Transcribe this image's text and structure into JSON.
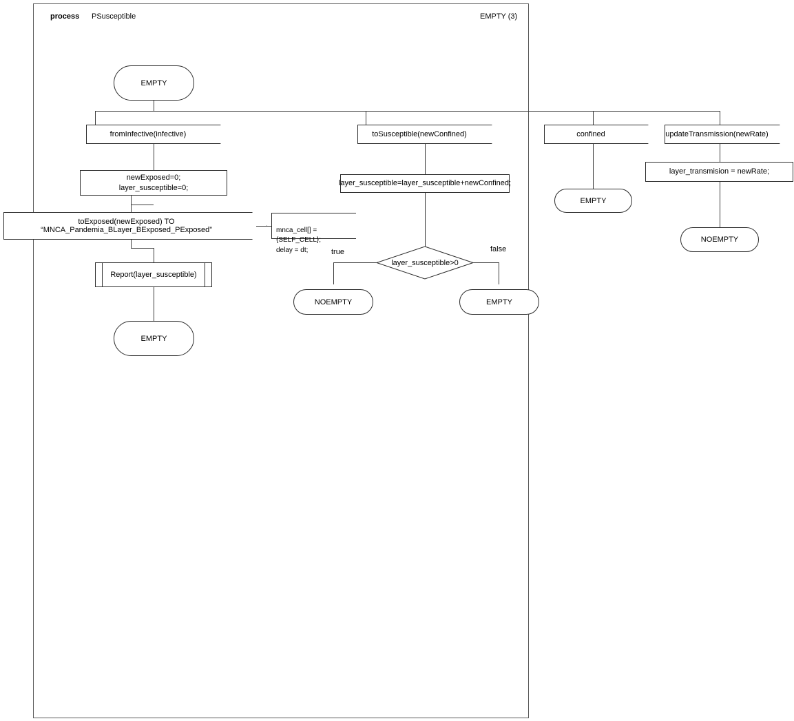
{
  "diagram": {
    "kind": "SDL process diagram",
    "header": {
      "keyword": "process",
      "name": "PSusceptible",
      "right_label": "EMPTY (3)"
    },
    "start_state": {
      "label": "EMPTY"
    },
    "branches": [
      {
        "id": "from-infective",
        "input": "fromInfective(infective)",
        "task": "newExposed=0;\nlayer_susceptible=0;",
        "output": "toExposed(newExposed) TO “MNCA_Pandemia_BLayer_BExposed_PExposed”",
        "comment": "mnca_cell[] = {SELF_CELL};\ndelay = dt;",
        "procedure": "Report(layer_susceptible)",
        "next_state": "EMPTY"
      },
      {
        "id": "to-susceptible",
        "input": "toSusceptible(newConfined)",
        "task": "layer_susceptible=layer_susceptible+newConfined;",
        "decision": {
          "condition": "layer_susceptible>0",
          "true_label": "true",
          "false_label": "false",
          "true_state": "NOEMPTY",
          "false_state": "EMPTY"
        }
      },
      {
        "id": "confined",
        "input": "confined",
        "next_state": "EMPTY"
      },
      {
        "id": "update-transmission",
        "input": "updateTransmission(newRate)",
        "task": "layer_transmision = newRate;",
        "next_state": "NOEMPTY"
      }
    ],
    "colors": {
      "stroke": "#2b2b2b",
      "connector": "#3a3a3a",
      "frame": "#595959",
      "background": "#ffffff"
    }
  }
}
